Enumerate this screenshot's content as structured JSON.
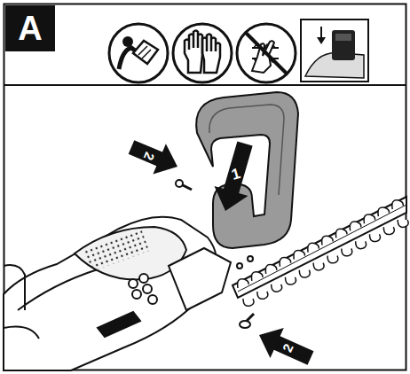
{
  "diagram": {
    "labels": [
      "A",
      "1",
      "2",
      "2"
    ]
  }
}
